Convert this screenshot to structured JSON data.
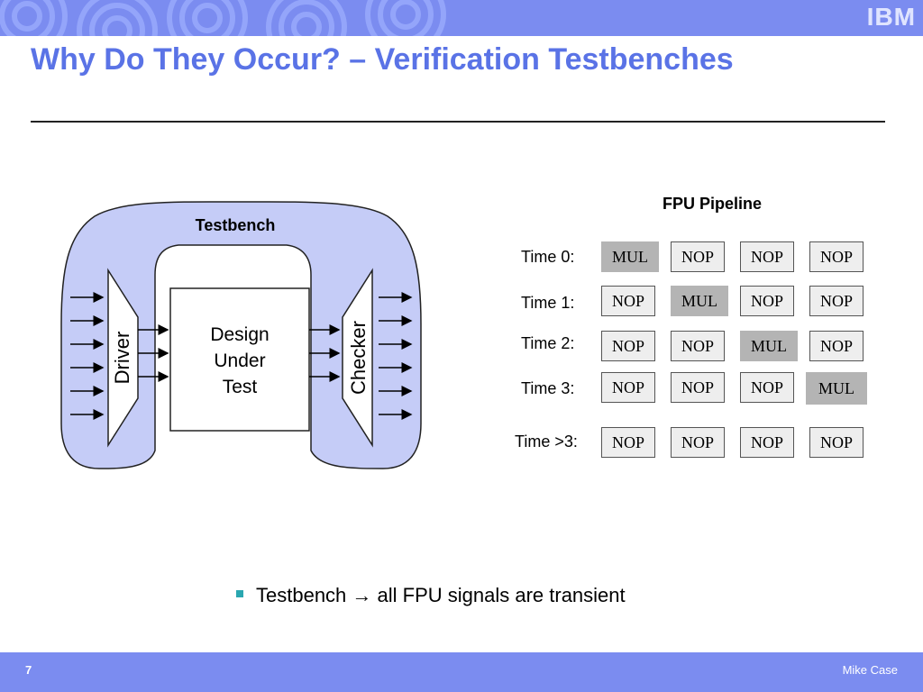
{
  "slide": {
    "logo": "IBM",
    "title": "Why Do They Occur? – Verification Testbenches",
    "page_number": "7",
    "author": "Mike Case"
  },
  "testbench_diagram": {
    "testbench_label": "Testbench",
    "driver_label": "Driver",
    "dut_lines": [
      "Design",
      "Under",
      "Test"
    ],
    "checker_label": "Checker"
  },
  "pipeline": {
    "title": "FPU Pipeline",
    "rows": [
      {
        "label": "Time 0:",
        "stages": [
          "MUL",
          "NOP",
          "NOP",
          "NOP"
        ],
        "active": 0
      },
      {
        "label": "Time 1:",
        "stages": [
          "NOP",
          "MUL",
          "NOP",
          "NOP"
        ],
        "active": 1
      },
      {
        "label": "Time 2:",
        "stages": [
          "NOP",
          "NOP",
          "MUL",
          "NOP"
        ],
        "active": 2
      },
      {
        "label": "Time 3:",
        "stages": [
          "NOP",
          "NOP",
          "NOP",
          "MUL"
        ],
        "active": 3
      },
      {
        "label": "Time >3:",
        "stages": [
          "NOP",
          "NOP",
          "NOP",
          "NOP"
        ],
        "active": -1
      }
    ]
  },
  "bullets": [
    "Testbench → all FPU signals are transient"
  ],
  "colors": {
    "band": "#7b8cf0",
    "title": "#5a73e6",
    "testbench_fill": "#c5ccf7",
    "active_stage": "#b4b4b4",
    "bullet_mark": "#2aa7b0"
  }
}
